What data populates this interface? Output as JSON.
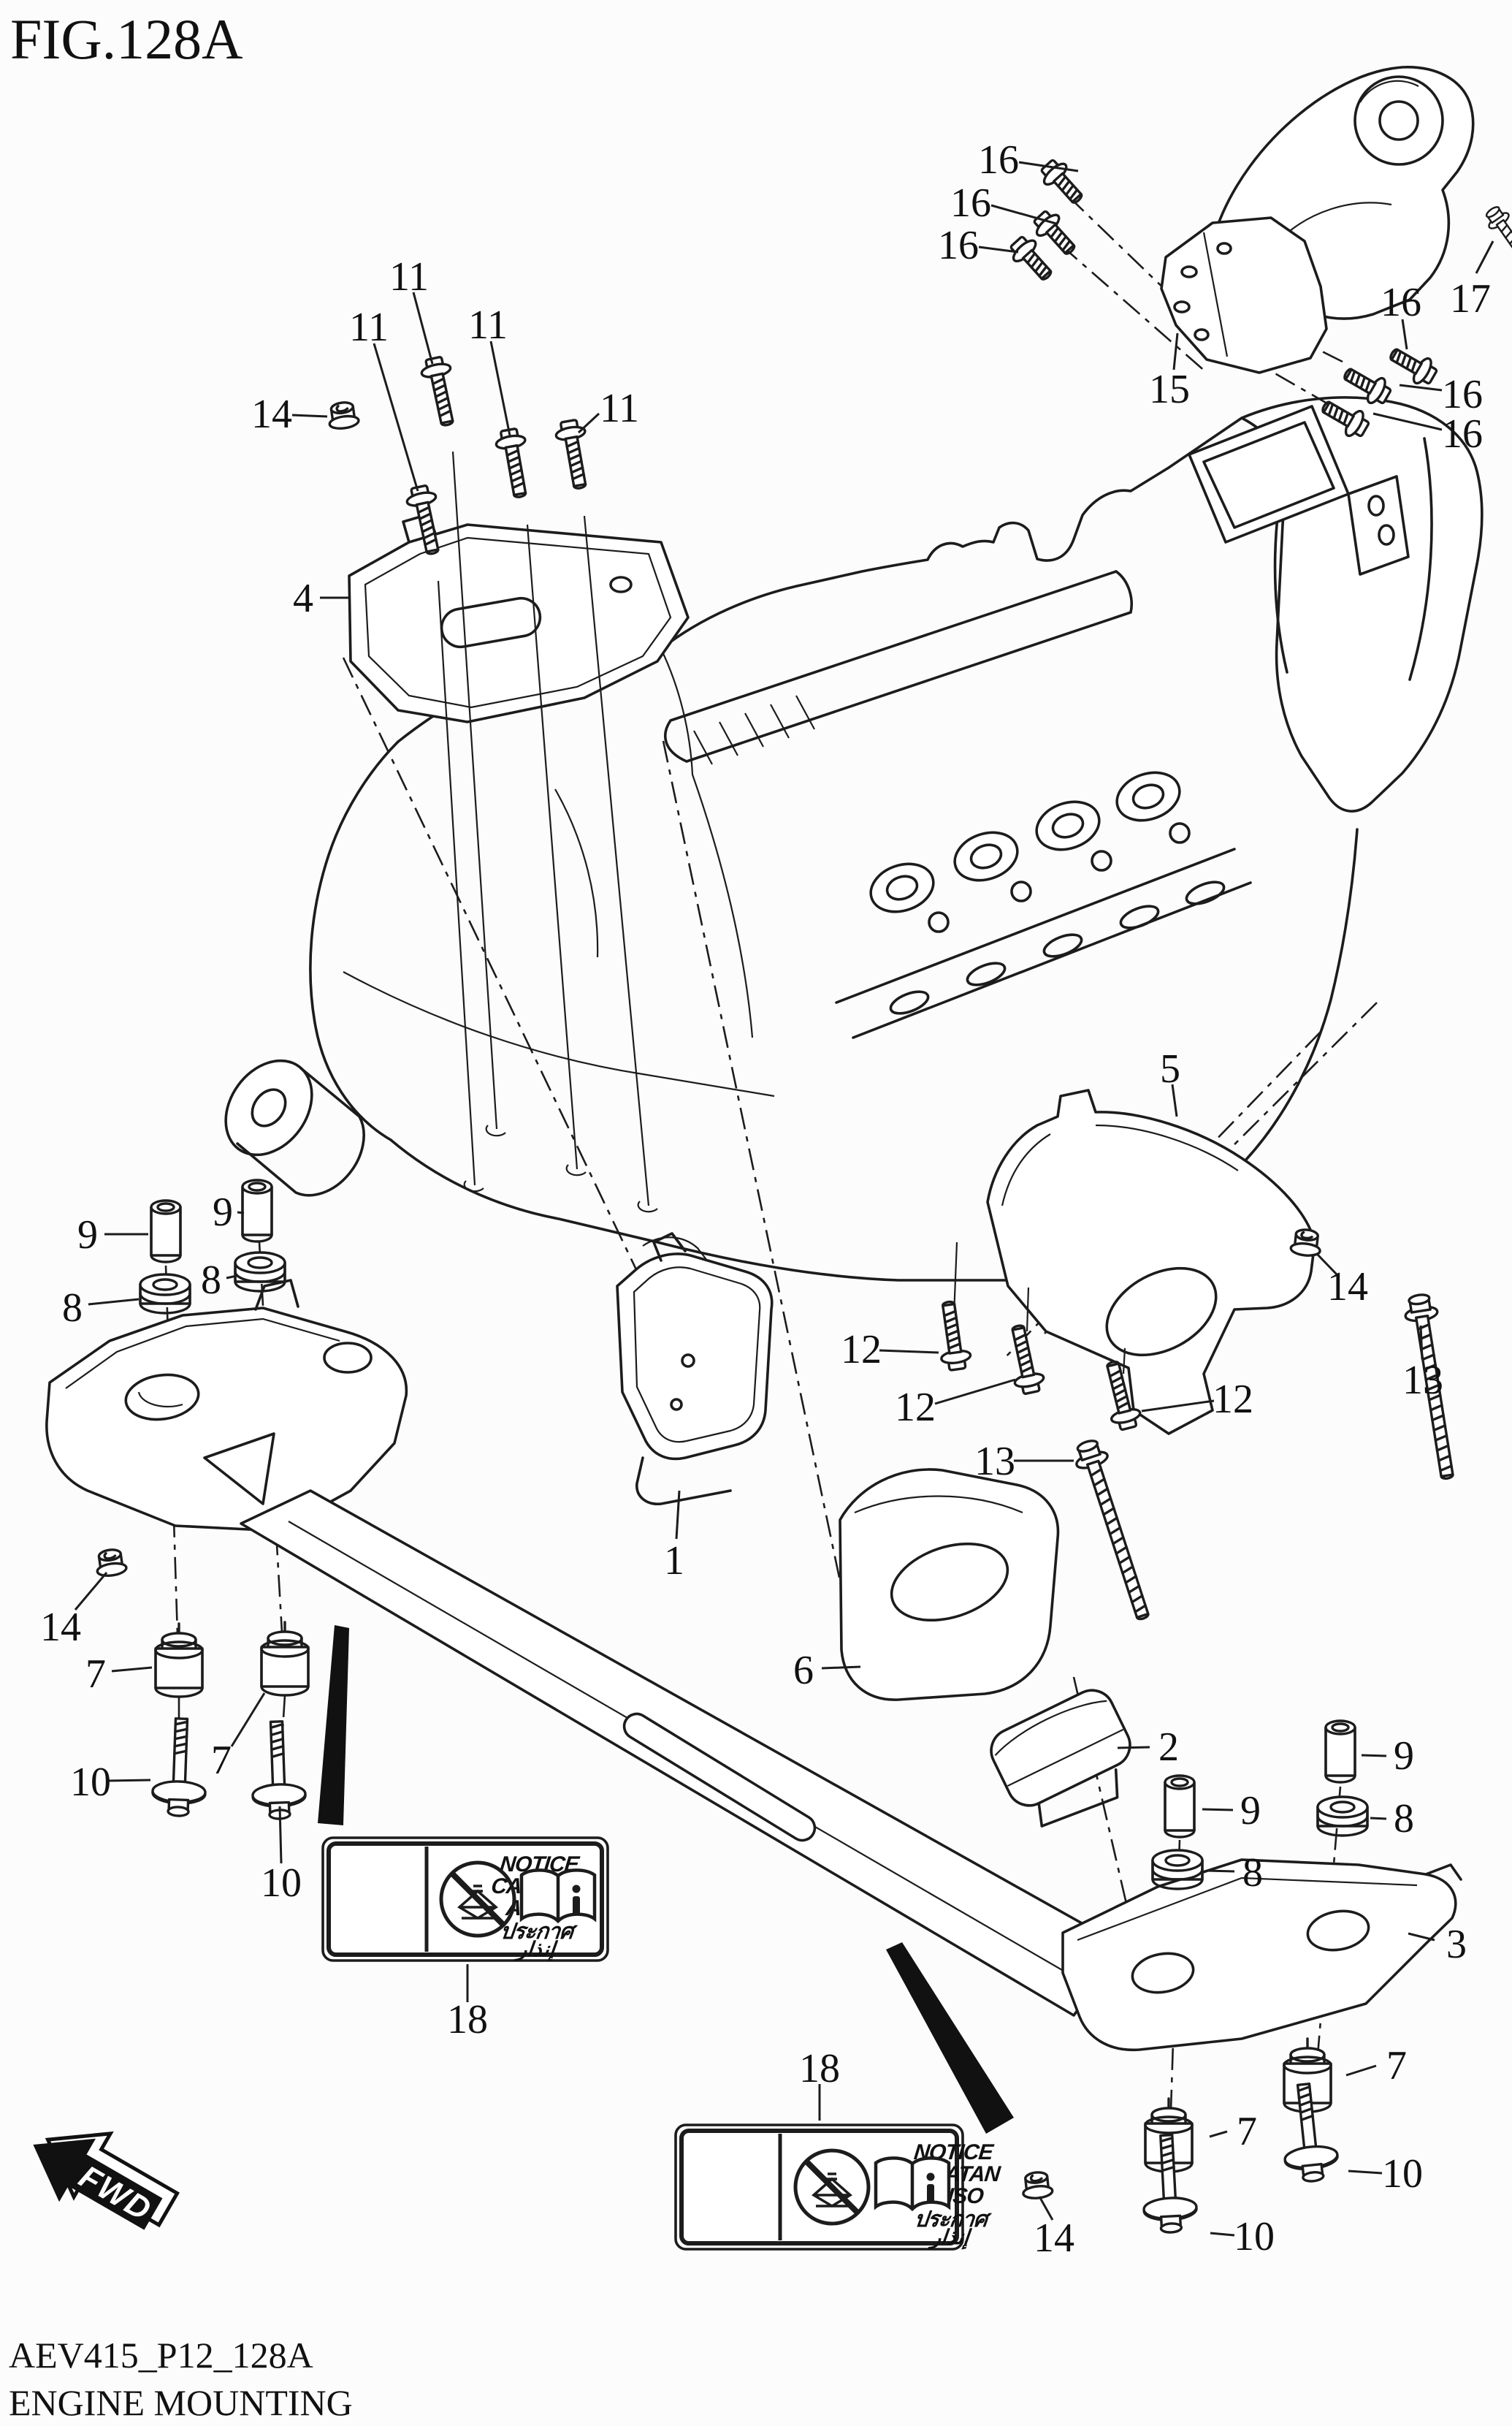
{
  "figure": {
    "title": "FIG.128A",
    "drawing_code": "AEV415_P12_128A",
    "drawing_title": "ENGINE MOUNTING"
  },
  "fwd": {
    "label": "FWD"
  },
  "notice_label": {
    "callout": "18",
    "lines": [
      "NOTICE",
      "CATATAN",
      "AVISO",
      "ประกาศ",
      "إنذار"
    ],
    "icons": [
      "no-jack-icon",
      "owners-manual-icon"
    ]
  },
  "callouts": [
    {
      "n": "16"
    },
    {
      "n": "16"
    },
    {
      "n": "16"
    },
    {
      "n": "17"
    },
    {
      "n": "16"
    },
    {
      "n": "15"
    },
    {
      "n": "16"
    },
    {
      "n": "16"
    },
    {
      "n": "11"
    },
    {
      "n": "11"
    },
    {
      "n": "11"
    },
    {
      "n": "14"
    },
    {
      "n": "11"
    },
    {
      "n": "4"
    },
    {
      "n": "5"
    },
    {
      "n": "9"
    },
    {
      "n": "9"
    },
    {
      "n": "8"
    },
    {
      "n": "8"
    },
    {
      "n": "14"
    },
    {
      "n": "13"
    },
    {
      "n": "12"
    },
    {
      "n": "12"
    },
    {
      "n": "12"
    },
    {
      "n": "13"
    },
    {
      "n": "1"
    },
    {
      "n": "14"
    },
    {
      "n": "6"
    },
    {
      "n": "7"
    },
    {
      "n": "2"
    },
    {
      "n": "9"
    },
    {
      "n": "10"
    },
    {
      "n": "9"
    },
    {
      "n": "8"
    },
    {
      "n": "7"
    },
    {
      "n": "8"
    },
    {
      "n": "10"
    },
    {
      "n": "3"
    },
    {
      "n": "18"
    },
    {
      "n": "7"
    },
    {
      "n": "18"
    },
    {
      "n": "7"
    },
    {
      "n": "10"
    },
    {
      "n": "14"
    },
    {
      "n": "10"
    }
  ]
}
